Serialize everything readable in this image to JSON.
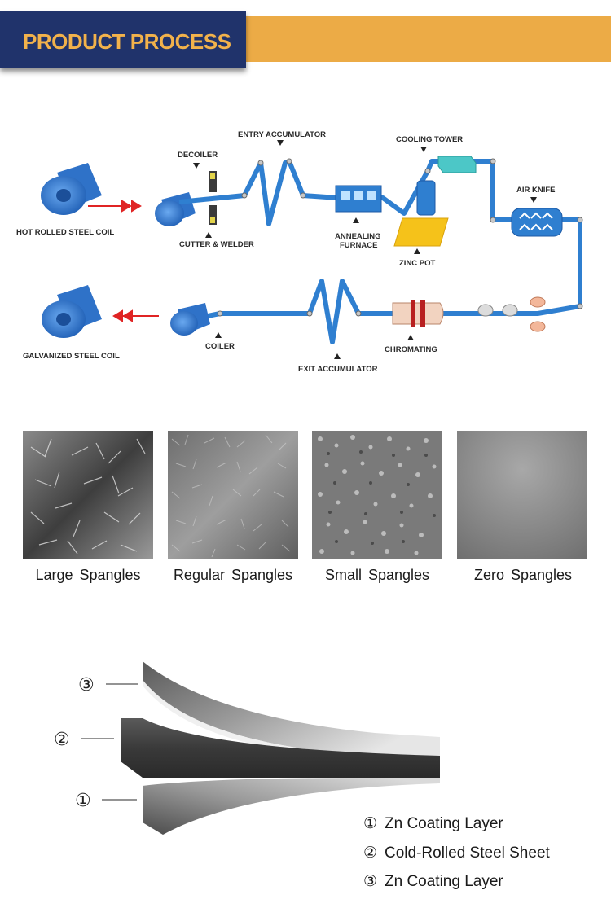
{
  "header": {
    "title": "PRODUCT PROCESS"
  },
  "process": {
    "labels": {
      "hot_rolled": "HOT ROLLED STEEL COIL",
      "decoiler": "DECOILER",
      "cutter": "CUTTER & WELDER",
      "entry_acc": "ENTRY ACCUMULATOR",
      "annealing1": "ANNEALING",
      "annealing2": "FURNACE",
      "zinc_pot": "ZINC POT",
      "cooling": "COOLING TOWER",
      "air_knife": "AIR KNIFE",
      "galvanized": "GALVANIZED STEEL COIL",
      "coiler": "COILER",
      "exit_acc": "EXIT ACCUMULATOR",
      "chromating": "CHROMATING"
    },
    "colors": {
      "line": "#2f7fd0",
      "arrow": "#e02424",
      "zinc": "#f5c21a",
      "cooling": "#4cc7c7"
    }
  },
  "spangles": [
    {
      "label": "Large Spangles"
    },
    {
      "label": "Regular Spangles"
    },
    {
      "label": "Small  Spangles"
    },
    {
      "label": "Zero  Spangles"
    }
  ],
  "layers": {
    "markers": [
      "③",
      "②",
      "①"
    ],
    "legend": [
      {
        "num": "①",
        "text": "Zn Coating Layer"
      },
      {
        "num": "②",
        "text": "Cold-Rolled Steel Sheet"
      },
      {
        "num": "③",
        "text": "Zn Coating Layer"
      }
    ]
  }
}
